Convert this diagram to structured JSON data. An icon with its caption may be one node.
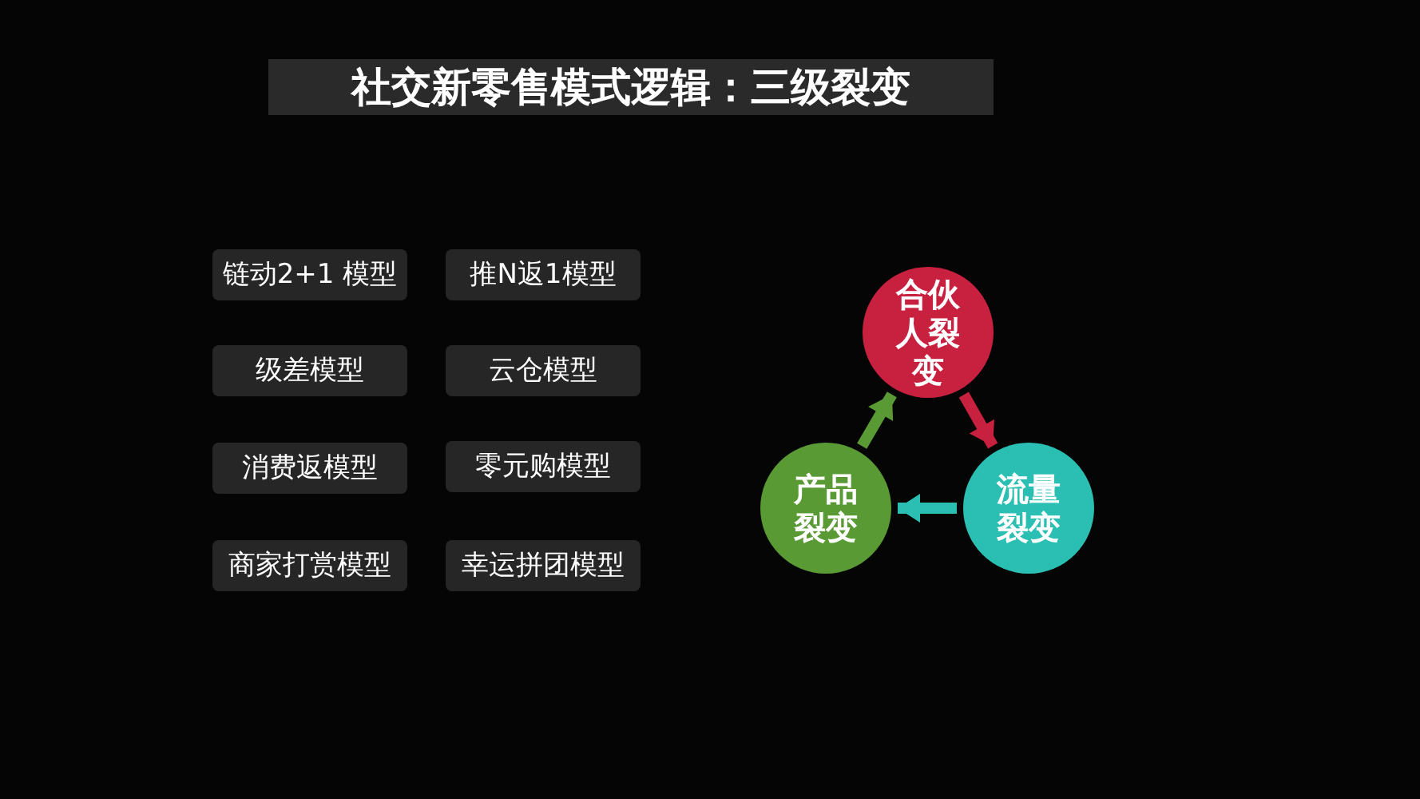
{
  "diagram": {
    "title": "社交新零售模式逻辑：三级裂变",
    "nodes": [
      {
        "text": [
          "链动2+1 模型"
        ]
      },
      {
        "text": [
          "推N返1模型"
        ]
      },
      {
        "text": [
          "级差模型"
        ]
      },
      {
        "text": [
          "云仓模型"
        ]
      },
      {
        "text": [
          "消费返模型"
        ]
      },
      {
        "text": [
          "零元购模型"
        ]
      },
      {
        "text": [
          "商家打赏模型"
        ]
      },
      {
        "text": [
          "幸运拼团模型"
        ]
      },
      {
        "text": [
          "合伙人裂变"
        ]
      },
      {
        "text": [
          "产品裂变"
        ]
      },
      {
        "text": [
          "流量裂变"
        ]
      }
    ],
    "edges": [
      {
        "from": 8,
        "to": 10,
        "arrow": "to",
        "color": "#c8203f"
      },
      {
        "from": 10,
        "to": 9,
        "arrow": "to",
        "color": "#2bbfb3"
      },
      {
        "from": 9,
        "to": 8,
        "arrow": "to",
        "color": "#5a9a35"
      }
    ]
  }
}
